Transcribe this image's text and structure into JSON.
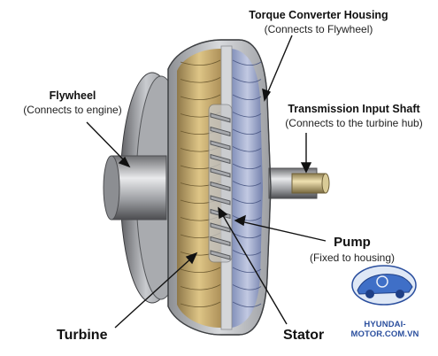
{
  "labels": {
    "housing": {
      "title": "Torque Converter Housing",
      "sub": "(Connects to Flywheel)"
    },
    "flywheel": {
      "title": "Flywheel",
      "sub": "(Connects to engine)"
    },
    "shaft": {
      "title": "Transmission Input Shaft",
      "sub": "(Connects to the turbine hub)"
    },
    "pump": {
      "title": "Pump",
      "sub": "(Fixed to housing)"
    },
    "turbine": "Turbine",
    "stator": "Stator"
  },
  "watermark": "HYUNDAI-MOTOR.COM.VN",
  "colors": {
    "housing_metal": "#b9bcc0",
    "blade_gold": "#c9a24f",
    "blade_blue": "#8f9fc8",
    "logo_blue": "#2b4f9e"
  }
}
